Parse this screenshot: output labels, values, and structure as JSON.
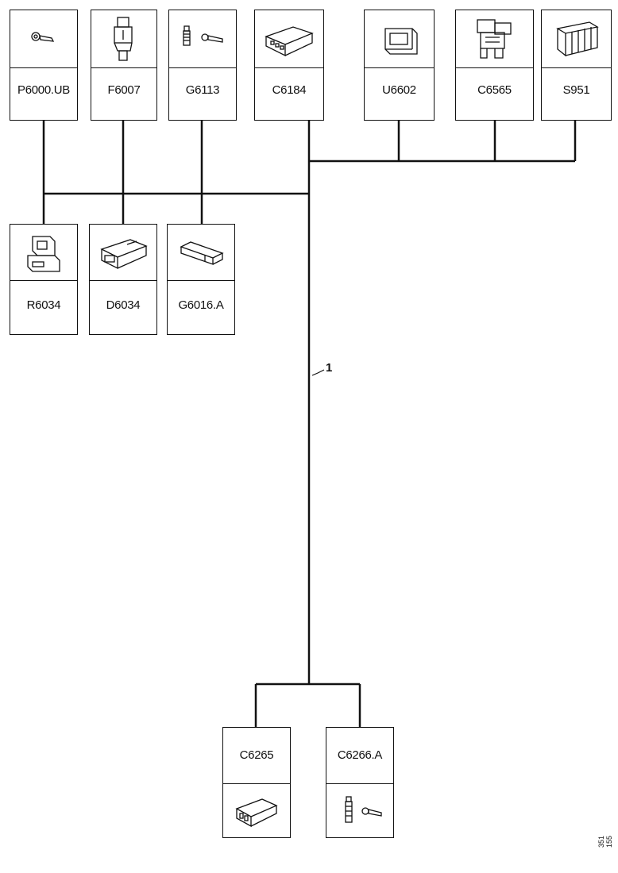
{
  "connectors_top": [
    {
      "id": "P6000.UB",
      "icon": "ring-terminal-icon"
    },
    {
      "id": "F6007",
      "icon": "fuse-holder-icon"
    },
    {
      "id": "G6113",
      "icon": "bolt-terminal-icon"
    },
    {
      "id": "C6184",
      "icon": "multi-pin-connector-icon"
    },
    {
      "id": "U6602",
      "icon": "control-unit-icon"
    },
    {
      "id": "C6565",
      "icon": "relay-block-connector-icon"
    },
    {
      "id": "S951",
      "icon": "switch-connector-icon"
    }
  ],
  "connectors_mid": [
    {
      "id": "R6034",
      "icon": "sensor-connector-icon"
    },
    {
      "id": "D6034",
      "icon": "plug-connector-icon"
    },
    {
      "id": "G6016.A",
      "icon": "inline-connector-icon"
    }
  ],
  "connectors_bottom": [
    {
      "id": "C6265",
      "icon": "plug-connector-icon"
    },
    {
      "id": "C6266.A",
      "icon": "bolt-terminal-icon"
    }
  ],
  "harness_callout": "1",
  "document_id": "351 155"
}
